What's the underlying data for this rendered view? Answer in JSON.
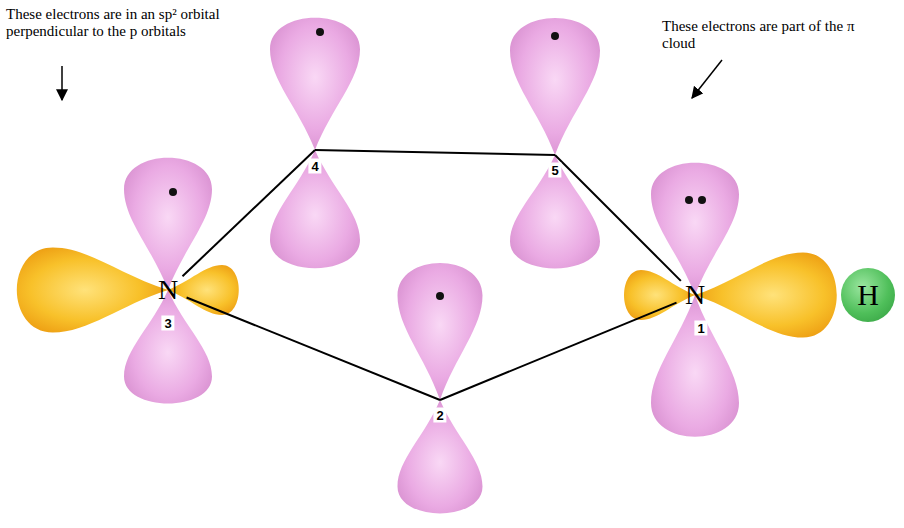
{
  "diagram": {
    "nodes": [
      {
        "text": [
          "H"
        ]
      }
    ],
    "labels": [
      "These electrons are in an sp² orbital perpendicular to the p orbitals",
      "These electrons are part of the π cloud",
      "4",
      "5",
      "N",
      "3",
      "N",
      "1",
      "2"
    ]
  }
}
